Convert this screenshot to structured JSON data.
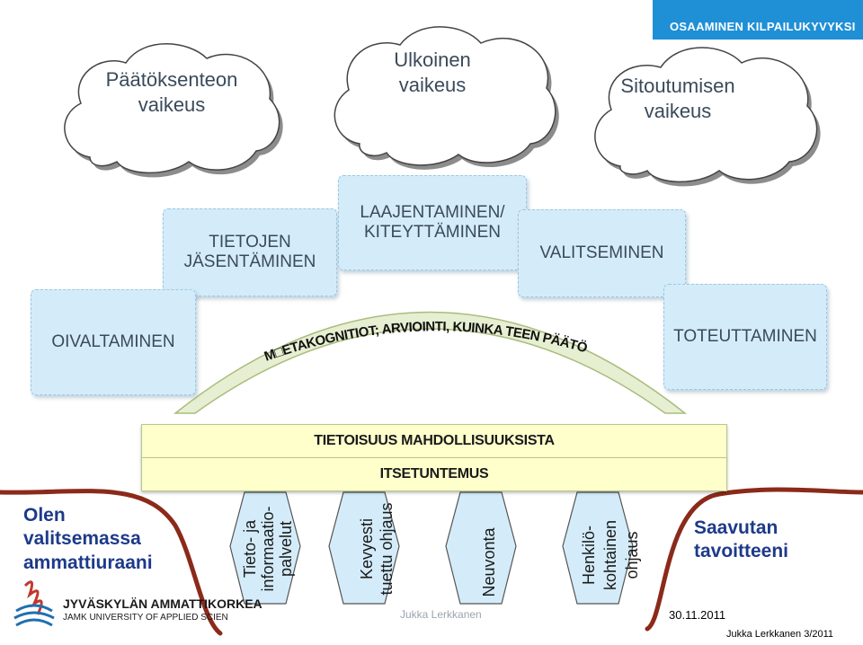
{
  "banner": {
    "text": "OSAAMINEN KILPAILUKYVYKSI",
    "color": "#1f8fd6"
  },
  "clouds": [
    {
      "line1": "Päätöksenteon",
      "line2": "vaikeus"
    },
    {
      "line1": "Ulkoinen",
      "line2": "vaikeus"
    },
    {
      "line1": "Sitoutumisen",
      "line2": "vaikeus"
    }
  ],
  "process_boxes": {
    "tietojen": {
      "line1": "TIETOJEN",
      "line2": "JÄSENTÄMINEN"
    },
    "laajentaminen": {
      "line1": "LAAJENTAMINEN/",
      "line2": "KITEYTTÄMINEN"
    },
    "valitseminen": "VALITSEMINEN",
    "oivaltaminen": "OIVALTAMINEN",
    "toteuttaminen": "TOTEUTTAMINEN"
  },
  "arch_text": "M□ETAKOGNITIOT; ARVIOINTI, KUINKA TEEN PÄÄTÖKSIÄNI",
  "bars": {
    "top": "TIETOISUUS MAHDOLLISUUKSISTA",
    "bottom": "ITSETUNTEMUS"
  },
  "pillars": [
    [
      "Tieto- ja",
      "informaatio-",
      "palvelut"
    ],
    [
      "Kevyesti",
      "tuettu ohjaus"
    ],
    [
      "Neuvonta"
    ],
    [
      "Henkilö-",
      "kohtainen",
      "ohjaus"
    ]
  ],
  "start_text": [
    "Olen",
    "valitsemassa",
    "ammattiuraani"
  ],
  "goal_text": [
    "Saavutan",
    "tavoitteeni"
  ],
  "footer": {
    "author": "Jukka Lerkkanen",
    "date": "30.11.2011",
    "page": "Jukka Lerkkanen 3/2011"
  },
  "logo": {
    "name": "JYVÄSKYLÄN AMMATTIKORKEA",
    "name_en": "JAMK UNIVERSITY OF APPLIED SCIEN"
  },
  "colors": {
    "box_fill": "#d4ecfa",
    "bar_fill": "#ffffcc",
    "arch_fill": "#e6efd2",
    "curve": "#8b2a1a",
    "start_text": "#1d3a8a",
    "goal_text": "#1d3a8a"
  }
}
